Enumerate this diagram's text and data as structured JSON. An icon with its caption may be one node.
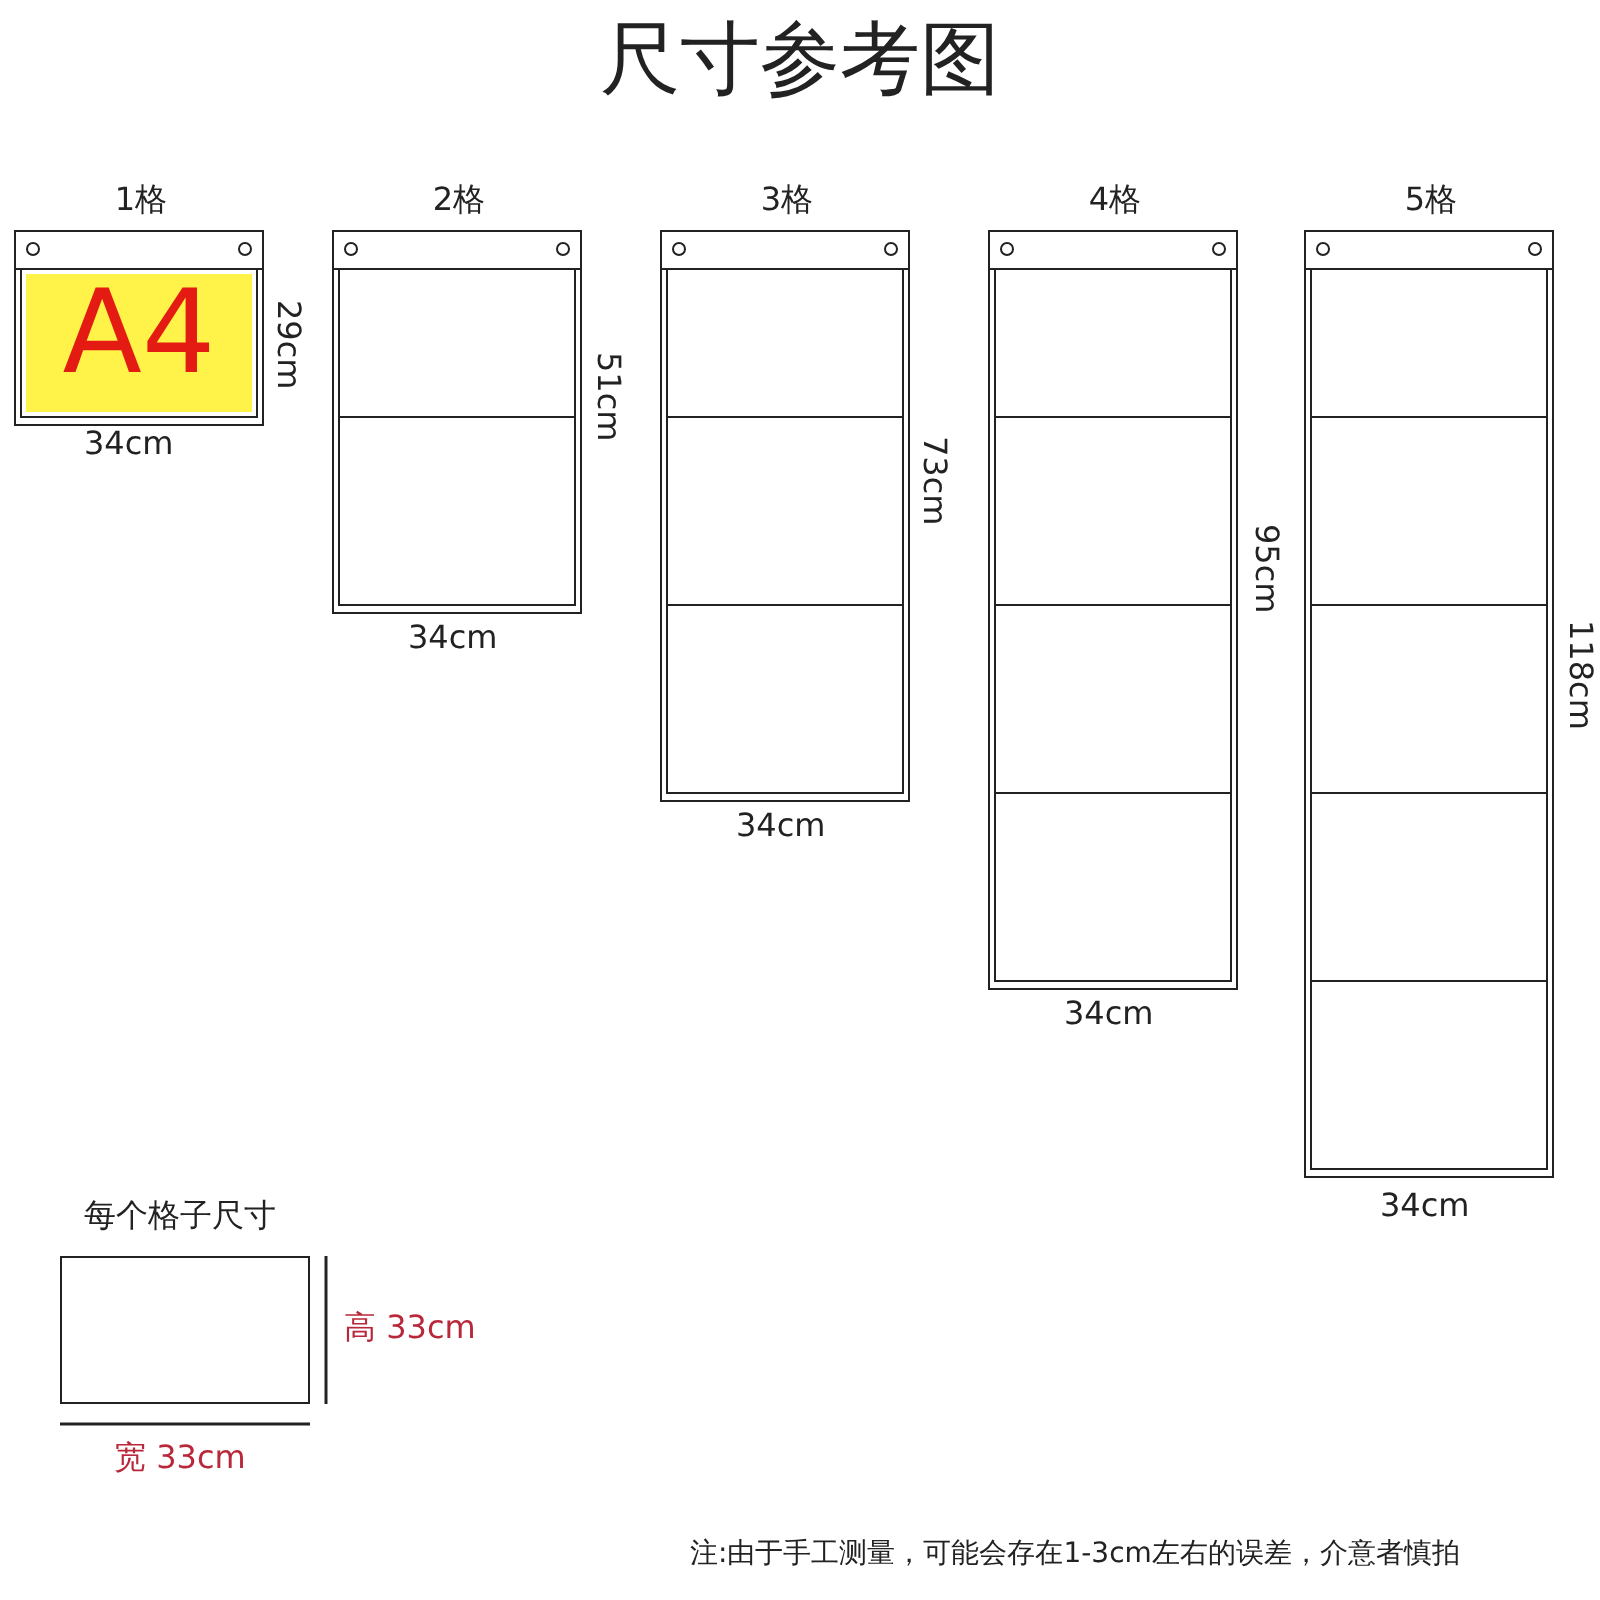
{
  "diagram": {
    "title": "尺寸参考图",
    "nodes": [
      {
        "text": [
          "1格"
        ]
      },
      {
        "text": [
          "A4"
        ],
        "in": 0
      },
      {
        "text": [
          "2格"
        ]
      },
      {
        "text": [],
        "shape": "box",
        "in": 2
      },
      {
        "text": [],
        "shape": "box",
        "in": 2
      },
      {
        "text": [
          "3格"
        ]
      },
      {
        "text": [],
        "shape": "box",
        "in": 5
      },
      {
        "text": [],
        "shape": "box",
        "in": 5
      },
      {
        "text": [],
        "shape": "box",
        "in": 5
      },
      {
        "text": [
          "4格"
        ]
      },
      {
        "text": [],
        "shape": "box",
        "in": 9
      },
      {
        "text": [],
        "shape": "box",
        "in": 9
      },
      {
        "text": [],
        "shape": "box",
        "in": 9
      },
      {
        "text": [],
        "shape": "box",
        "in": 9
      },
      {
        "text": [
          "5格"
        ]
      },
      {
        "text": [],
        "shape": "box",
        "in": 14
      },
      {
        "text": [],
        "shape": "box",
        "in": 14
      },
      {
        "text": [],
        "shape": "box",
        "in": 14
      },
      {
        "text": [],
        "shape": "box",
        "in": 14
      },
      {
        "text": [],
        "shape": "box",
        "in": 14
      },
      {
        "text": [
          "每个格子尺寸"
        ]
      }
    ],
    "edges": [],
    "labels": [
      "29cm",
      "34cm",
      "51cm",
      "34cm",
      "73cm",
      "34cm",
      "95cm",
      "34cm",
      "118cm",
      "34cm",
      "高 33cm",
      "宽 33cm",
      "注:由于手工测量，可能会存在1-3cm左右的误差，介意者慎拍"
    ]
  }
}
